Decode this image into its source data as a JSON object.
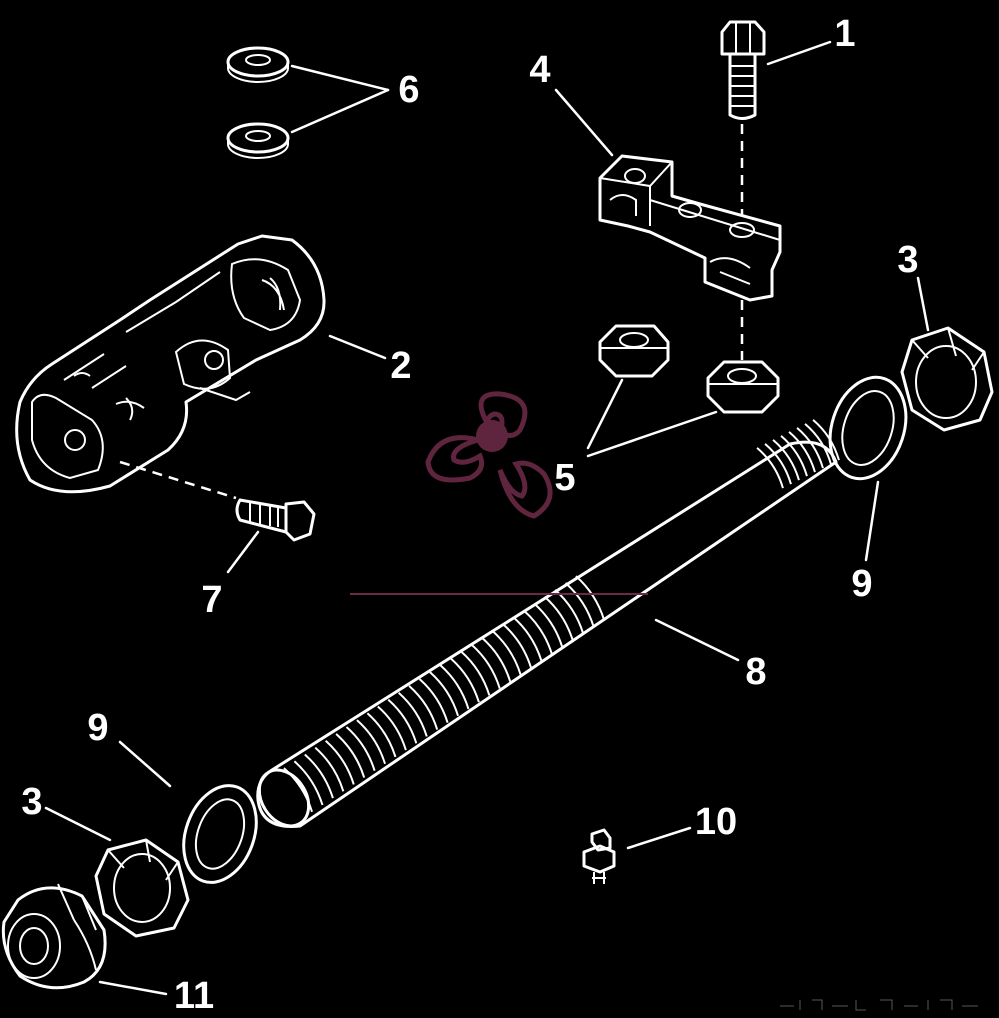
{
  "diagram": {
    "background_color": "#000000",
    "line_color": "#ffffff",
    "watermark_color": "#6b2a45",
    "callouts": [
      {
        "id": "c1",
        "label": "1"
      },
      {
        "id": "c2",
        "label": "2"
      },
      {
        "id": "c3a",
        "label": "3"
      },
      {
        "id": "c3b",
        "label": "3"
      },
      {
        "id": "c4",
        "label": "4"
      },
      {
        "id": "c5",
        "label": "5"
      },
      {
        "id": "c6",
        "label": "6"
      },
      {
        "id": "c7",
        "label": "7"
      },
      {
        "id": "c8",
        "label": "8"
      },
      {
        "id": "c9a",
        "label": "9"
      },
      {
        "id": "c9b",
        "label": "9"
      },
      {
        "id": "c10",
        "label": "10"
      },
      {
        "id": "c11",
        "label": "11"
      }
    ]
  }
}
